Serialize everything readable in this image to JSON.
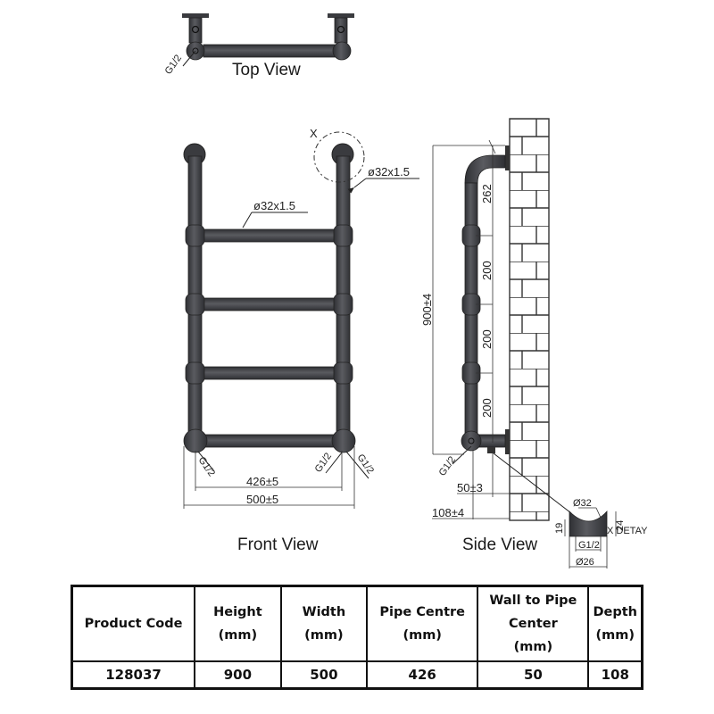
{
  "views": {
    "top": {
      "label": "Top View",
      "connection_label": "G1/2"
    },
    "front": {
      "label": "Front View",
      "pipe_spec_rail": "ø32x1.5",
      "pipe_spec_upright": "ø32x1.5",
      "detail_marker": "X",
      "connection_labels": [
        "G1/2",
        "G1/2",
        "G1/2"
      ],
      "dimension_pipe_centre": "426±5",
      "dimension_width": "500±5"
    },
    "side": {
      "label": "Side View",
      "dimension_height": "900±4",
      "spacing_top": "262",
      "spacing_1": "200",
      "spacing_2": "200",
      "spacing_3": "200",
      "connection_label": "G1/2",
      "dimension_wall_to_pipe": "50±3",
      "dimension_depth": "108±4"
    },
    "detail": {
      "title": "X DETAY",
      "diameter_pipe": "Ø32",
      "height_outer": "24",
      "height_inner": "19",
      "thread": "G1/2",
      "diameter_base": "Ø26"
    }
  },
  "colors": {
    "pipe": "#4a4b4f",
    "pipe_dark": "#2e2f33",
    "line": "#222222"
  },
  "table": {
    "headers": [
      [
        "Product  Code"
      ],
      [
        "Height",
        "(mm)"
      ],
      [
        "Width",
        "(mm)"
      ],
      [
        "Pipe Centre",
        "(mm)"
      ],
      [
        "Wall to Pipe",
        "Center",
        "(mm)"
      ],
      [
        "Depth",
        "(mm)"
      ]
    ],
    "rows": [
      [
        "128037",
        "900",
        "500",
        "426",
        "50",
        "108"
      ]
    ]
  }
}
